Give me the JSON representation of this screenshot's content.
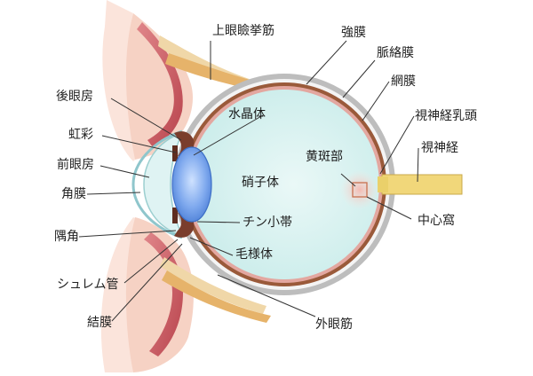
{
  "labels": {
    "upper_eyelid_muscle": "上眼瞼挙筋",
    "sclera": "強膜",
    "choroid": "脈絡膜",
    "retina": "網膜",
    "optic_papilla": "視神経乳頭",
    "optic_nerve": "視神経",
    "posterior_chamber": "後眼房",
    "iris": "虹彩",
    "anterior_chamber": "前眼房",
    "cornea": "角膜",
    "angle": "隅角",
    "schlemm_canal": "シュレム管",
    "conjunctiva": "結膜",
    "lens": "水晶体",
    "vitreous": "硝子体",
    "macula": "黄斑部",
    "zonule": "チン小帯",
    "ciliary_body": "毛様体",
    "fovea": "中心窩",
    "extraocular_muscle": "外眼筋"
  },
  "colors": {
    "vitreous_fill": "#d8f2f0",
    "sclera_ring": "#b7b7b7",
    "choroid_ring": "#9a5a3a",
    "lens_fill": "#5a8fe0",
    "optic_nerve": "#f1d77a",
    "muscle": "#c9585e",
    "skin": "#f3c6b4",
    "macula_glow": "#f8c9c0"
  }
}
